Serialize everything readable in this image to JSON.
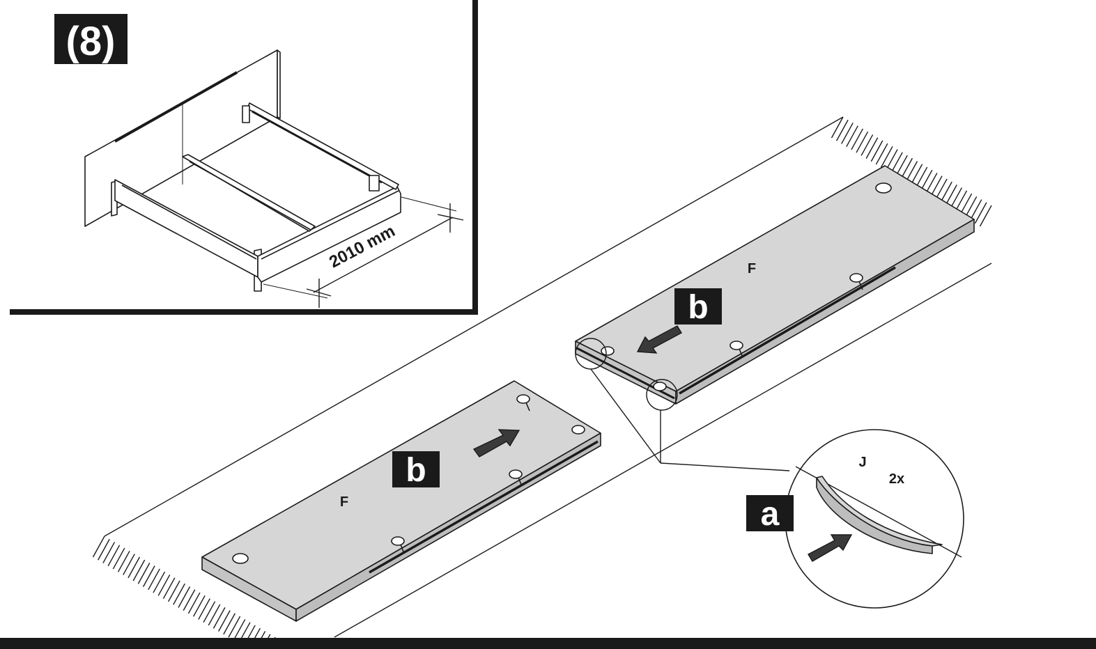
{
  "step": {
    "number": "(8)"
  },
  "inset": {
    "dimension_label": "2010 mm"
  },
  "boards": [
    {
      "part_label": "F",
      "action_badge": "b"
    },
    {
      "part_label": "F",
      "action_badge": "b"
    }
  ],
  "detail": {
    "part_label": "J",
    "quantity": "2x",
    "action_badge": "a"
  },
  "colors": {
    "panel": "#d6d6d6",
    "panel_edge": "#bdbdbd",
    "ink": "#1a1a1a",
    "badge_bg": "#1a1a1a",
    "badge_text": "#ffffff"
  }
}
